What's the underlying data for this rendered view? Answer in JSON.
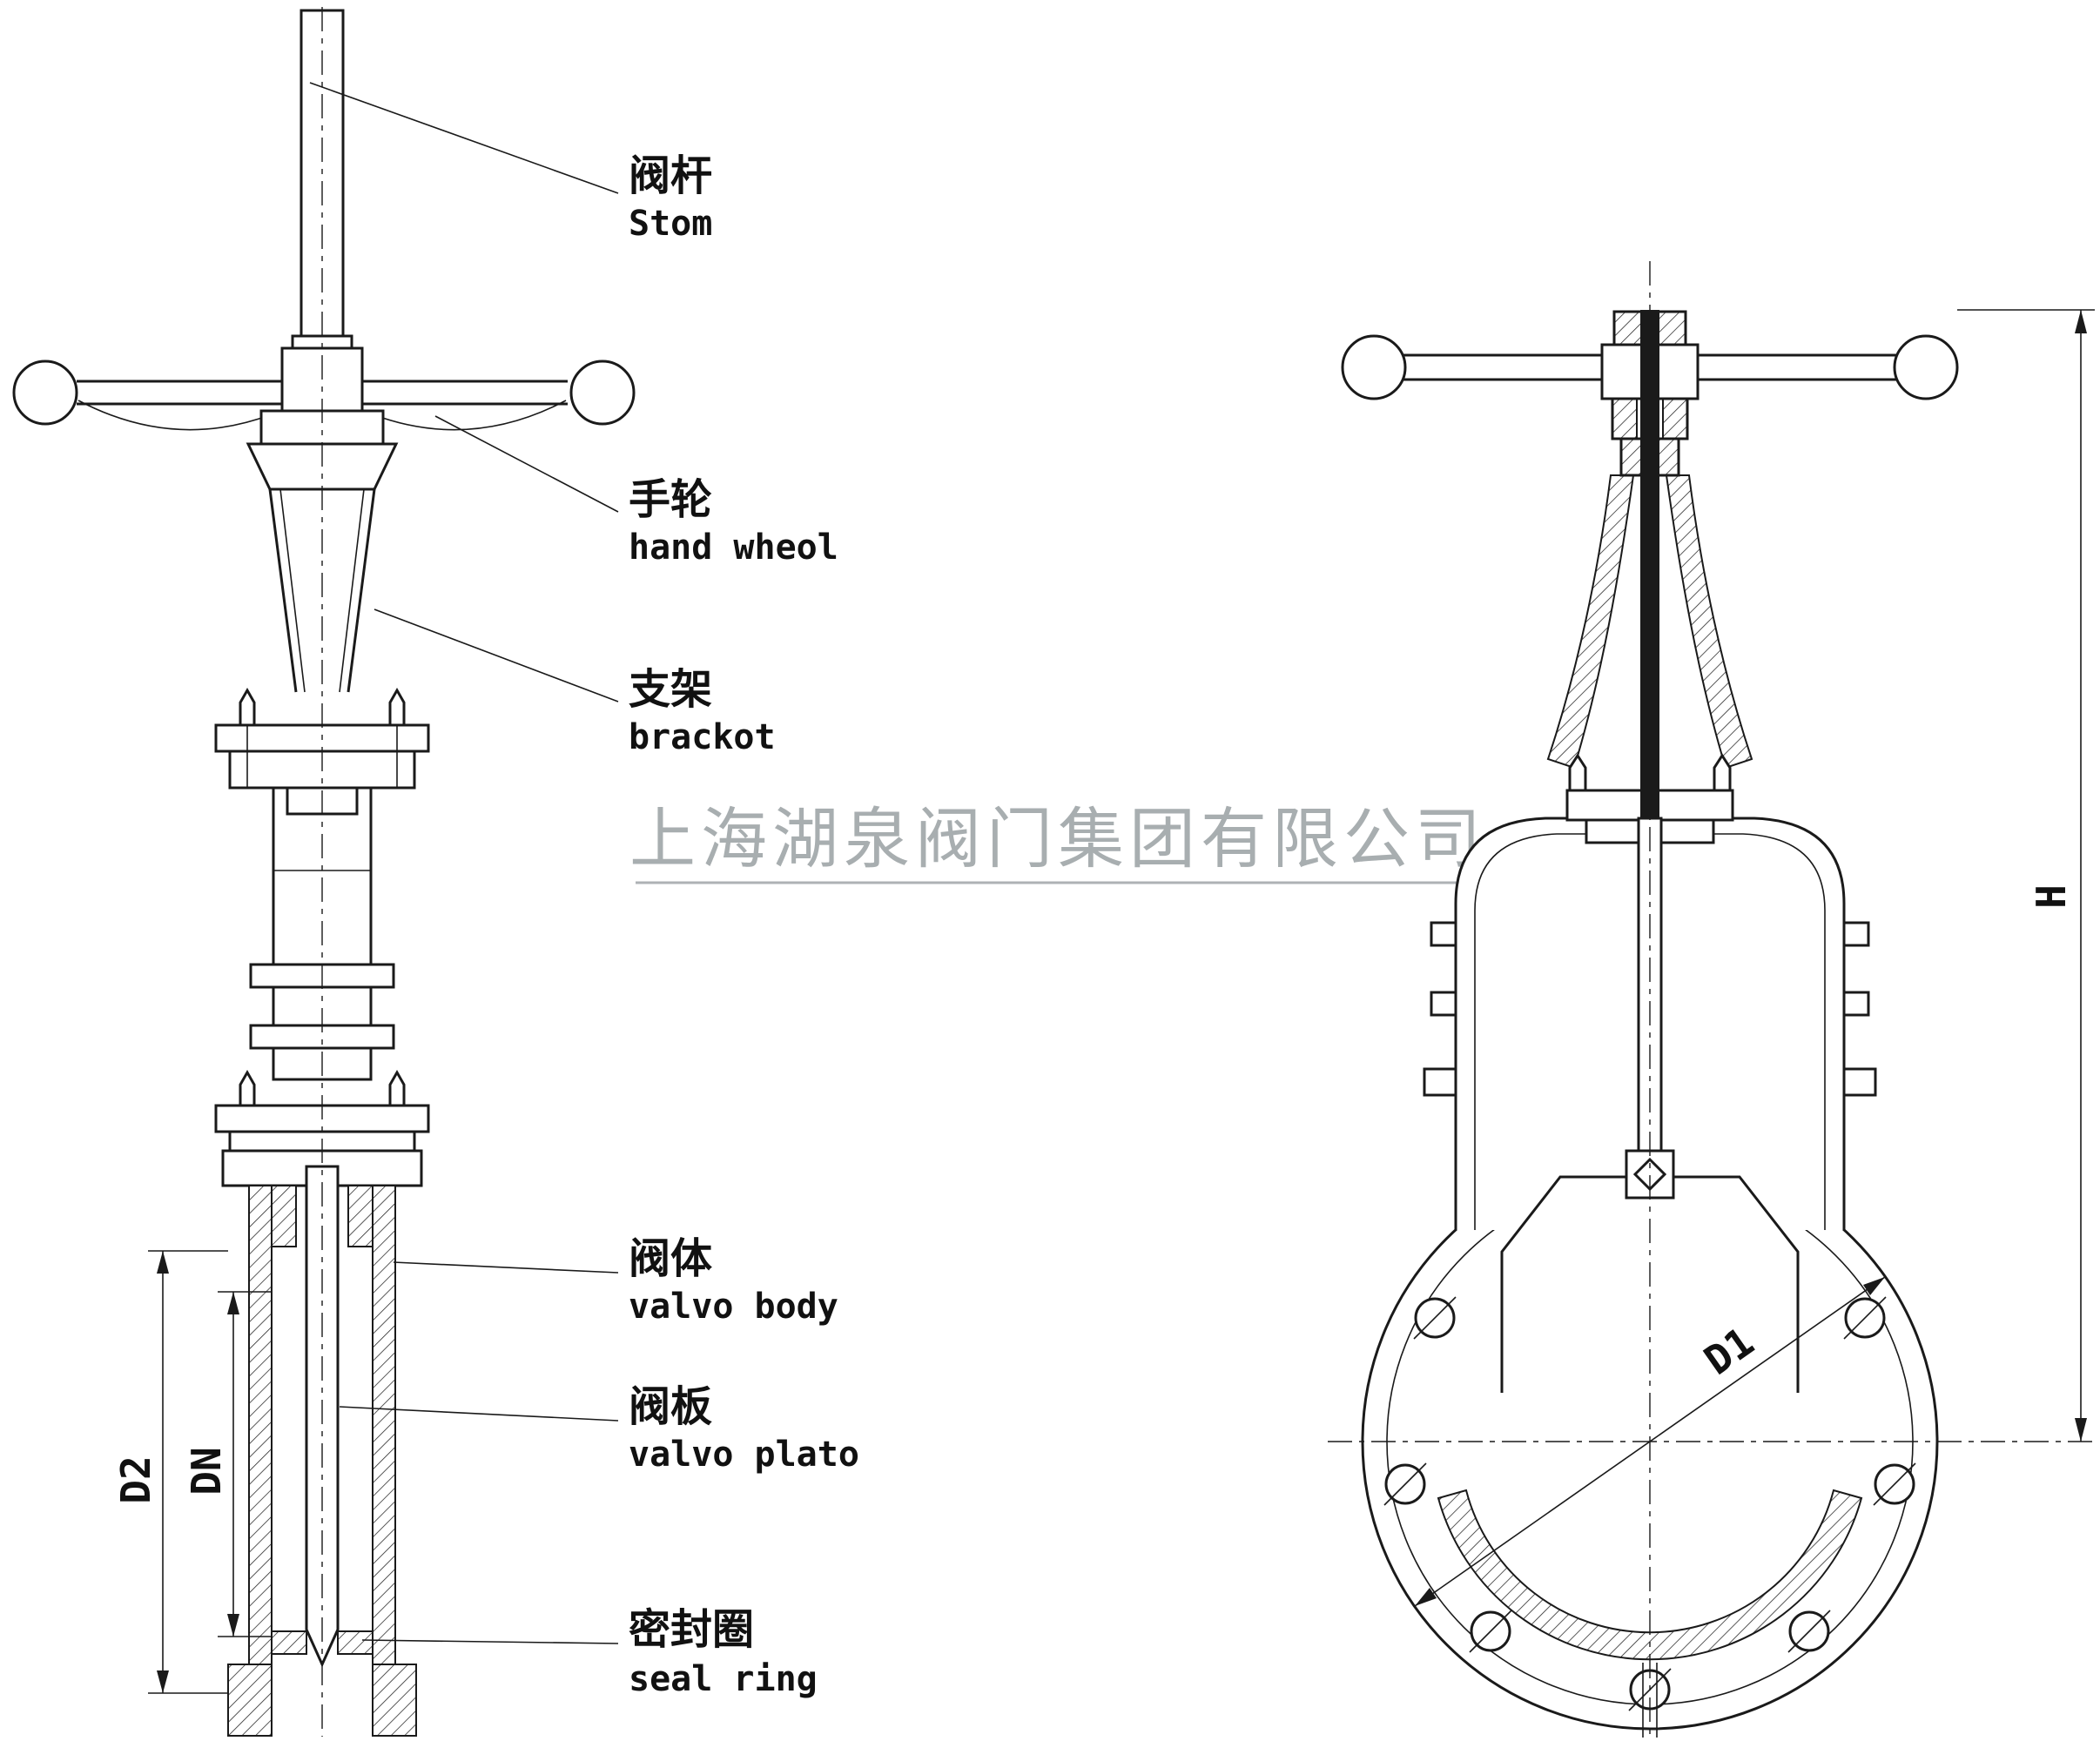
{
  "watermark": "上海湖泉阀门集团有限公司",
  "callouts": {
    "stem": {
      "zh": "阀杆",
      "en": "Stom"
    },
    "hand_wheel": {
      "zh": "手轮",
      "en": "hand wheol"
    },
    "bracket": {
      "zh": "支架",
      "en": "brackot"
    },
    "valve_body": {
      "zh": "阀体",
      "en": "valvo body"
    },
    "valve_plate": {
      "zh": "阀板",
      "en": "valvo plato"
    },
    "seal_ring": {
      "zh": "密封圈",
      "en": "seal ring"
    }
  },
  "dimensions": {
    "left_outer_diameter": "D2",
    "left_nominal_bore": "DN",
    "right_bore_diameter": "D1",
    "overall_height": "H"
  },
  "colors": {
    "line": "#1a1a1a",
    "watermark": "#9aa0a3",
    "background": "#ffffff"
  }
}
